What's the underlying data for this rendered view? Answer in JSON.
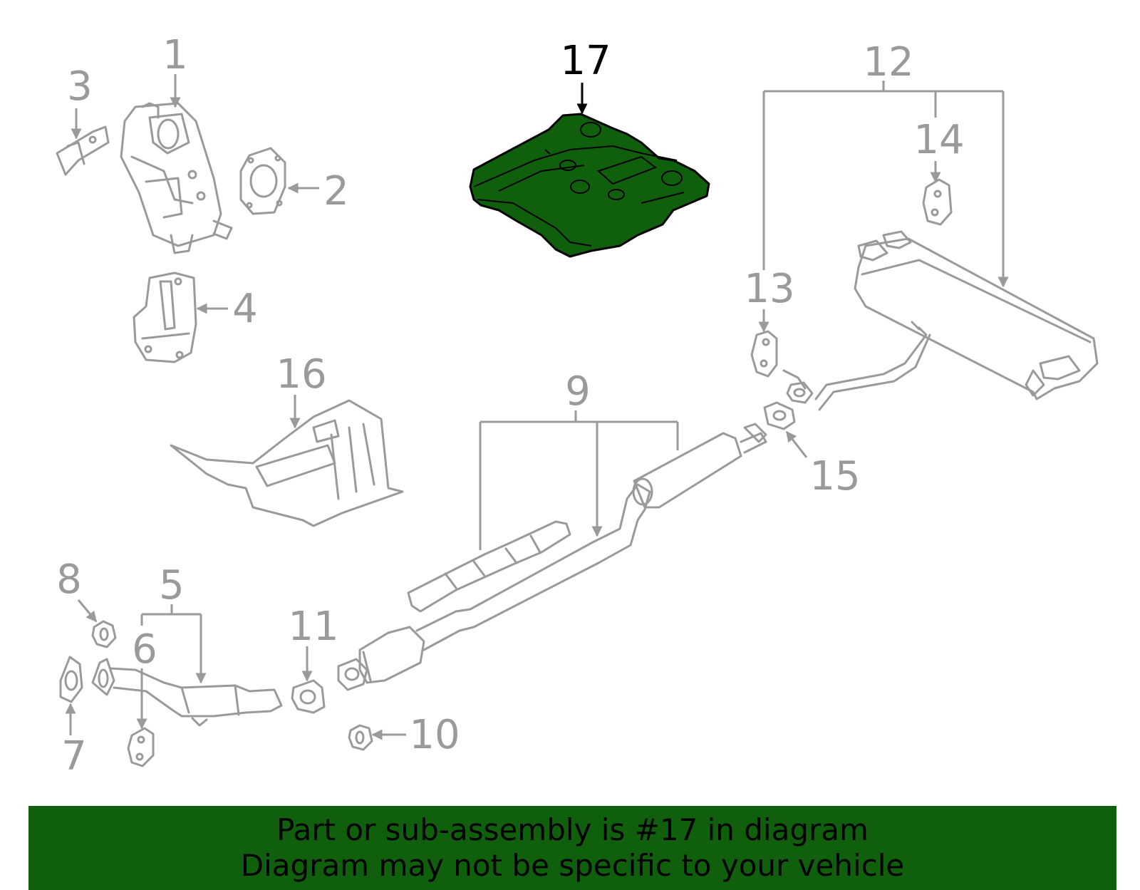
{
  "highlight_color": "#0f5f0c",
  "callouts": {
    "c1": "1",
    "c2": "2",
    "c3": "3",
    "c4": "4",
    "c5": "5",
    "c6": "6",
    "c7": "7",
    "c8": "8",
    "c9": "9",
    "c10": "10",
    "c11": "11",
    "c12": "12",
    "c13": "13",
    "c14": "14",
    "c15": "15",
    "c16": "16",
    "c17": "17"
  },
  "banner": {
    "line1": "Part or sub-assembly is #17 in diagram",
    "line2": "Diagram may not be specific to your vehicle"
  }
}
